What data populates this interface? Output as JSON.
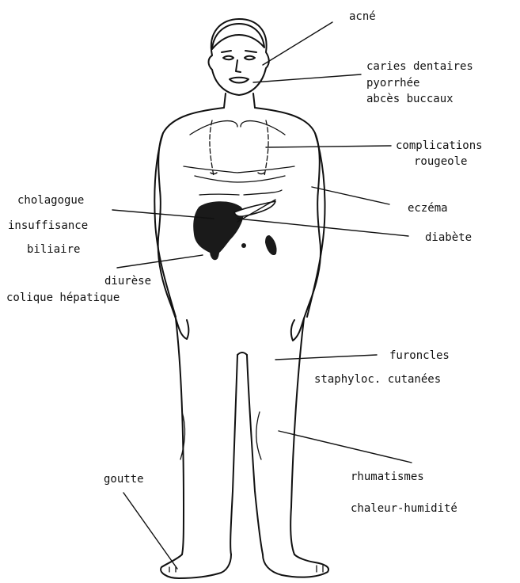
{
  "labels": {
    "acne": "acné",
    "caries": "caries dentaires",
    "pyorrhee": "pyorrhée",
    "abces": "abcès buccaux",
    "complications": "complications",
    "rougeole": "rougeole",
    "cholagogue": "cholagogue",
    "insuffisance": "insuffisance",
    "biliaire": "biliaire",
    "eczema": "eczéma",
    "diabete": "diabète",
    "diurese": "diurèse",
    "colique": "colique hépatique",
    "furoncles": "furoncles",
    "staphyloc": "staphyloc. cutanées",
    "goutte": "goutte",
    "rhumatismes": "rhumatismes",
    "chaleur": "chaleur-humidité"
  },
  "colors": {
    "ink": "#111111",
    "liver": "#1a1a1a",
    "background": "#ffffff"
  }
}
